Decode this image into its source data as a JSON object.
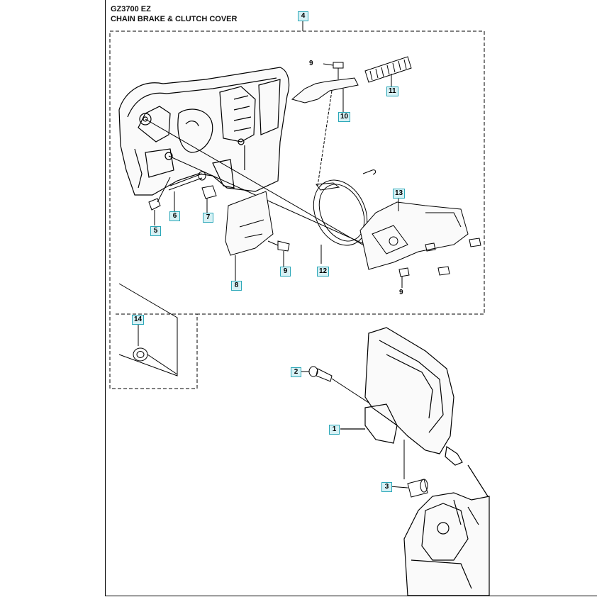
{
  "header": {
    "model": "GZ3700 EZ",
    "section": "CHAIN BRAKE & CLUTCH COVER"
  },
  "callouts": [
    {
      "id": "c4",
      "label": "4"
    },
    {
      "id": "c9a",
      "label": "9"
    },
    {
      "id": "c10",
      "label": "10"
    },
    {
      "id": "c11",
      "label": "11"
    },
    {
      "id": "c13",
      "label": "13"
    },
    {
      "id": "c5",
      "label": "5"
    },
    {
      "id": "c6",
      "label": "6"
    },
    {
      "id": "c7",
      "label": "7"
    },
    {
      "id": "c8",
      "label": "8"
    },
    {
      "id": "c9b",
      "label": "9"
    },
    {
      "id": "c12",
      "label": "12"
    },
    {
      "id": "c9c",
      "label": "9"
    },
    {
      "id": "c14",
      "label": "14"
    },
    {
      "id": "c2",
      "label": "2"
    },
    {
      "id": "c1",
      "label": "1"
    },
    {
      "id": "c3",
      "label": "3"
    }
  ],
  "colors": {
    "callout_border": "#2aa7b8",
    "callout_fill": "#d6f1f5",
    "line": "#000000"
  }
}
